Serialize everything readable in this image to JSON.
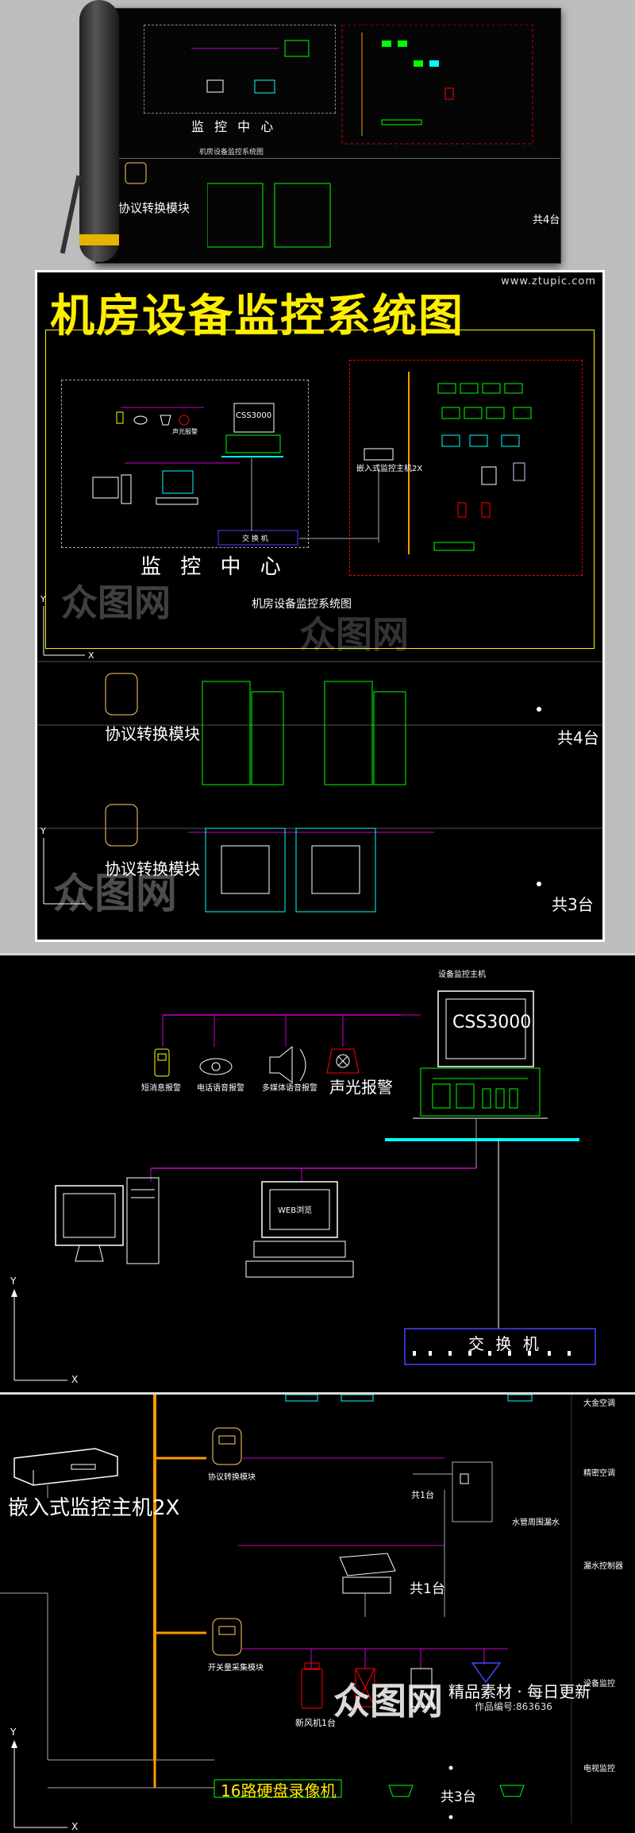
{
  "preview": {
    "center_title": "监 控 中 心",
    "drawing_caption": "机房设备监控系统图",
    "protocol_label": "协议转换模块",
    "count_4": "共4台"
  },
  "board": {
    "title": "机房设备监控系统图",
    "site_url": "www.ztupic.com",
    "css_label": "CSS3000",
    "alarm_label": "声光报警",
    "embedded_host": "嵌入式监控主机2X",
    "switch_label": "交 换 机",
    "center_title": "监 控 中 心",
    "caption": "机房设备监控系统图",
    "protocol_label_1": "协议转换模块",
    "protocol_label_2": "协议转换模块",
    "count_4": "共4台",
    "count_3": "共3台",
    "axis_x": "X",
    "axis_y": "Y",
    "watermark": "众图网"
  },
  "detail1": {
    "host_title": "设备监控主机",
    "css_label": "CSS3000",
    "sms_alarm": "短消息报警",
    "phone_alarm": "电话语音报警",
    "media_alarm": "多媒体语音报警",
    "light_alarm": "声光报警",
    "web_label": "WEB浏览",
    "switch_label": "交 换 机",
    "axis_x": "X",
    "axis_y": "Y"
  },
  "detail2": {
    "embedded_host": "嵌入式监控主机2X",
    "protocol_label": "协议转换模块",
    "count_1a": "共1台",
    "count_1b": "共1台",
    "water_label": "水管周围漏水",
    "switch_collect": "开关量采集模块",
    "fresh_air": "新风机1台",
    "nvr_label": "16路硬盘录像机",
    "count_3": "共3台",
    "side_1": "大金空调",
    "side_2": "精密空调",
    "side_3": "漏水控制器",
    "side_4": "设备监控",
    "side_5": "电视监控",
    "axis_x": "X",
    "axis_y": "Y",
    "watermark": "众图网",
    "brand_line": "精品素材 · 每日更新",
    "work_id": "作品编号:863636"
  }
}
